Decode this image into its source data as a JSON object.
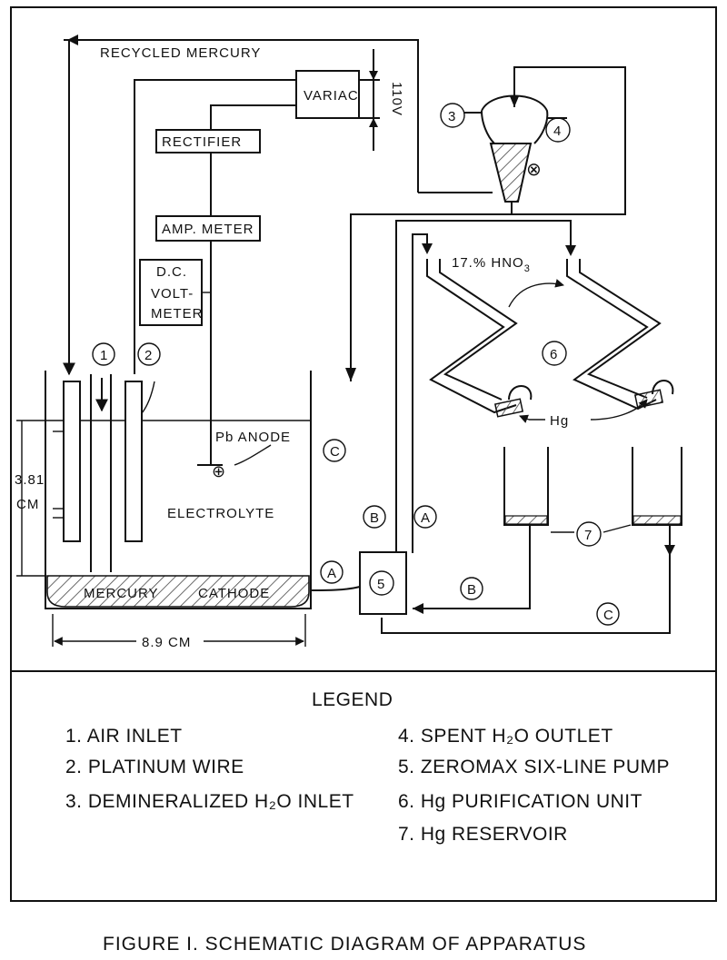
{
  "diagram": {
    "recycled_mercury": "RECYCLED MERCURY",
    "variac": "VARIAC",
    "rectifier": "RECTIFIER",
    "amp_meter": "AMP. METER",
    "voltmeter_line1": "D.C.",
    "voltmeter_line2": "VOLT-",
    "voltmeter_line3": "METER",
    "volt_source": "110V",
    "acid": "17.% HNO",
    "acid_sub": "3",
    "hg": "Hg",
    "pb_anode": "Pb ANODE",
    "anode_sign": "⊕",
    "electrolyte": "ELECTROLYTE",
    "mercury": "MERCURY",
    "cathode": "CATHODE",
    "height_value": "3.81",
    "height_unit": "CM",
    "width": "8.9 CM",
    "marker_1": "1",
    "marker_2": "2",
    "marker_3": "3",
    "marker_4": "4",
    "marker_5": "5",
    "marker_6": "6",
    "marker_7": "7",
    "line_a": "A",
    "line_b": "B",
    "line_c": "C",
    "valve": "⊗"
  },
  "legend": {
    "title": "LEGEND",
    "items": [
      "1. AIR INLET",
      "2. PLATINUM WIRE",
      "3. DEMINERALIZED H₂O INLET",
      "4. SPENT H₂O OUTLET",
      "5. ZEROMAX SIX-LINE PUMP",
      "6. Hg PURIFICATION UNIT",
      "7. Hg RESERVOIR"
    ]
  },
  "caption": "FIGURE I. SCHEMATIC DIAGRAM OF APPARATUS",
  "colors": {
    "ink": "#111111",
    "paper": "#ffffff",
    "hatch": "#444444"
  }
}
